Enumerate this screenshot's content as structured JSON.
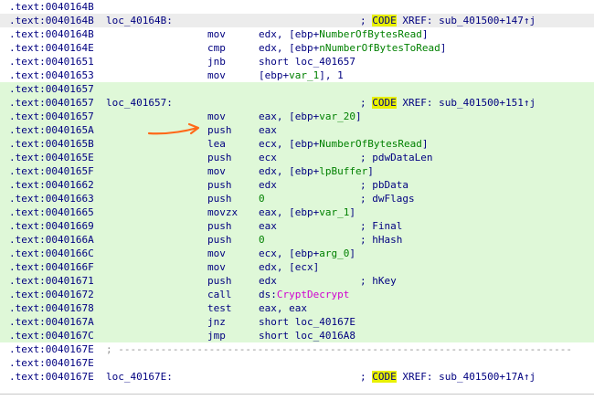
{
  "colors": {
    "address": "#000080",
    "label": "#000080",
    "variable": "#008000",
    "api": "#d000d0",
    "code_highlight": "#e8f000",
    "green_block": "#dff8d8",
    "annotation_arrow": "#ff6a1a"
  },
  "lines": [
    {
      "addr": "0040164B",
      "label": "",
      "mn": "",
      "op": [],
      "cm": "",
      "style": "plain"
    },
    {
      "addr": "0040164B",
      "label": "loc_40164B:",
      "mn": "",
      "op": [],
      "cm": "xref",
      "xref": "sub_401500+147↑j",
      "style": "sel"
    },
    {
      "addr": "0040164B",
      "label": "",
      "mn": "mov",
      "op": [
        [
          "t",
          "edx, [ebp+"
        ],
        [
          "v",
          "NumberOfBytesRead"
        ],
        [
          "t",
          "]"
        ]
      ],
      "cm": "",
      "style": "plain"
    },
    {
      "addr": "0040164E",
      "label": "",
      "mn": "cmp",
      "op": [
        [
          "t",
          "edx, [ebp+"
        ],
        [
          "v",
          "nNumberOfBytesToRead"
        ],
        [
          "t",
          "]"
        ]
      ],
      "cm": "",
      "style": "plain"
    },
    {
      "addr": "00401651",
      "label": "",
      "mn": "jnb",
      "op": [
        [
          "t",
          "short loc_401657"
        ]
      ],
      "cm": "",
      "style": "plain"
    },
    {
      "addr": "00401653",
      "label": "",
      "mn": "mov",
      "op": [
        [
          "t",
          "[ebp+"
        ],
        [
          "v",
          "var_1"
        ],
        [
          "t",
          "], 1"
        ]
      ],
      "cm": "",
      "style": "plain"
    },
    {
      "addr": "00401657",
      "label": "",
      "mn": "",
      "op": [],
      "cm": "",
      "style": "green"
    },
    {
      "addr": "00401657",
      "label": "loc_401657:",
      "mn": "",
      "op": [],
      "cm": "xref",
      "xref": "sub_401500+151↑j",
      "style": "green"
    },
    {
      "addr": "00401657",
      "label": "",
      "mn": "mov",
      "op": [
        [
          "t",
          "eax, [ebp+"
        ],
        [
          "v",
          "var_20"
        ],
        [
          "t",
          "]"
        ]
      ],
      "cm": "",
      "style": "green"
    },
    {
      "addr": "0040165A",
      "label": "",
      "mn": "push",
      "op": [
        [
          "t",
          "eax"
        ]
      ],
      "cm": "",
      "style": "green"
    },
    {
      "addr": "0040165B",
      "label": "",
      "mn": "lea",
      "op": [
        [
          "t",
          "ecx, [ebp+"
        ],
        [
          "v",
          "NumberOfBytesRead"
        ],
        [
          "t",
          "]"
        ]
      ],
      "cm": "",
      "style": "green"
    },
    {
      "addr": "0040165E",
      "label": "",
      "mn": "push",
      "op": [
        [
          "t",
          "ecx"
        ]
      ],
      "cm": "; pdwDataLen",
      "style": "green"
    },
    {
      "addr": "0040165F",
      "label": "",
      "mn": "mov",
      "op": [
        [
          "t",
          "edx, [ebp+"
        ],
        [
          "v",
          "lpBuffer"
        ],
        [
          "t",
          "]"
        ]
      ],
      "cm": "",
      "style": "green"
    },
    {
      "addr": "00401662",
      "label": "",
      "mn": "push",
      "op": [
        [
          "t",
          "edx"
        ]
      ],
      "cm": "; pbData",
      "style": "green"
    },
    {
      "addr": "00401663",
      "label": "",
      "mn": "push",
      "op": [
        [
          "n",
          "0"
        ]
      ],
      "cm": "; dwFlags",
      "style": "green"
    },
    {
      "addr": "00401665",
      "label": "",
      "mn": "movzx",
      "op": [
        [
          "t",
          "eax, [ebp+"
        ],
        [
          "v",
          "var_1"
        ],
        [
          "t",
          "]"
        ]
      ],
      "cm": "",
      "style": "green"
    },
    {
      "addr": "00401669",
      "label": "",
      "mn": "push",
      "op": [
        [
          "t",
          "eax"
        ]
      ],
      "cm": "; Final",
      "style": "green"
    },
    {
      "addr": "0040166A",
      "label": "",
      "mn": "push",
      "op": [
        [
          "n",
          "0"
        ]
      ],
      "cm": "; hHash",
      "style": "green"
    },
    {
      "addr": "0040166C",
      "label": "",
      "mn": "mov",
      "op": [
        [
          "t",
          "ecx, [ebp+"
        ],
        [
          "v",
          "arg_0"
        ],
        [
          "t",
          "]"
        ]
      ],
      "cm": "",
      "style": "green"
    },
    {
      "addr": "0040166F",
      "label": "",
      "mn": "mov",
      "op": [
        [
          "t",
          "edx, [ecx]"
        ]
      ],
      "cm": "",
      "style": "green"
    },
    {
      "addr": "00401671",
      "label": "",
      "mn": "push",
      "op": [
        [
          "t",
          "edx"
        ]
      ],
      "cm": "; hKey",
      "style": "green"
    },
    {
      "addr": "00401672",
      "label": "",
      "mn": "call",
      "op": [
        [
          "t",
          "ds:"
        ],
        [
          "f",
          "CryptDecrypt"
        ]
      ],
      "cm": "",
      "style": "green"
    },
    {
      "addr": "00401678",
      "label": "",
      "mn": "test",
      "op": [
        [
          "t",
          "eax, eax"
        ]
      ],
      "cm": "",
      "style": "green"
    },
    {
      "addr": "0040167A",
      "label": "",
      "mn": "jnz",
      "op": [
        [
          "t",
          "short loc_40167E"
        ]
      ],
      "cm": "",
      "style": "green"
    },
    {
      "addr": "0040167C",
      "label": "",
      "mn": "jmp",
      "op": [
        [
          "t",
          "short loc_4016A8"
        ]
      ],
      "cm": "",
      "style": "green"
    },
    {
      "addr": "0040167E",
      "label": "",
      "mn": "",
      "op": [],
      "cm": "",
      "style": "sep",
      "sep": "; ---------------------------------------------------------------------------"
    },
    {
      "addr": "0040167E",
      "label": "",
      "mn": "",
      "op": [],
      "cm": "",
      "style": "plain"
    },
    {
      "addr": "0040167E",
      "label": "loc_40167E:",
      "mn": "",
      "op": [],
      "cm": "xref",
      "xref": "sub_401500+17A↑j",
      "style": "plain"
    }
  ],
  "segment": ".text:",
  "code_tag": "CODE",
  "xref_word": "XREF:"
}
